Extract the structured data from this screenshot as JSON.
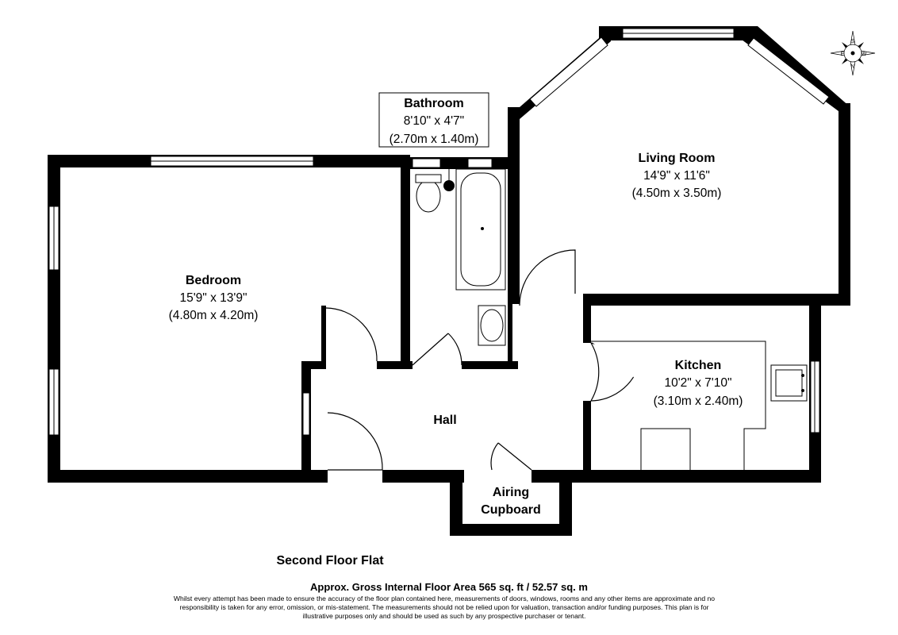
{
  "rooms": {
    "bathroom": {
      "name": "Bathroom",
      "imperial": "8'10\" x 4'7\"",
      "metric": "(2.70m x 1.40m)"
    },
    "living_room": {
      "name": "Living Room",
      "imperial": "14'9\" x 11'6\"",
      "metric": "(4.50m x 3.50m)"
    },
    "bedroom": {
      "name": "Bedroom",
      "imperial": "15'9\" x 13'9\"",
      "metric": "(4.80m x 4.20m)"
    },
    "kitchen": {
      "name": "Kitchen",
      "imperial": "10'2\" x 7'10\"",
      "metric": "(3.10m x 2.40m)"
    },
    "hall": {
      "name": "Hall"
    },
    "airing_cupboard": {
      "line1": "Airing",
      "line2": "Cupboard"
    }
  },
  "compass": {
    "top": "S",
    "bottom": "N",
    "left": "E",
    "right": "W"
  },
  "footer": {
    "floor": "Second Floor Flat",
    "area": "Approx. Gross Internal Floor Area 565 sq. ft / 52.57 sq. m",
    "disclaimer": "Whilst every attempt has been made to ensure the accuracy of the floor plan contained here, measurements of doors, windows, rooms and any other items are approximate and no responsibility is taken for any error, omission, or mis-statement. The measurements should not be relied upon for valuation, transaction and/or funding purposes. This plan is for illustrative purposes only and should be used as such by any prospective purchaser or tenant."
  }
}
